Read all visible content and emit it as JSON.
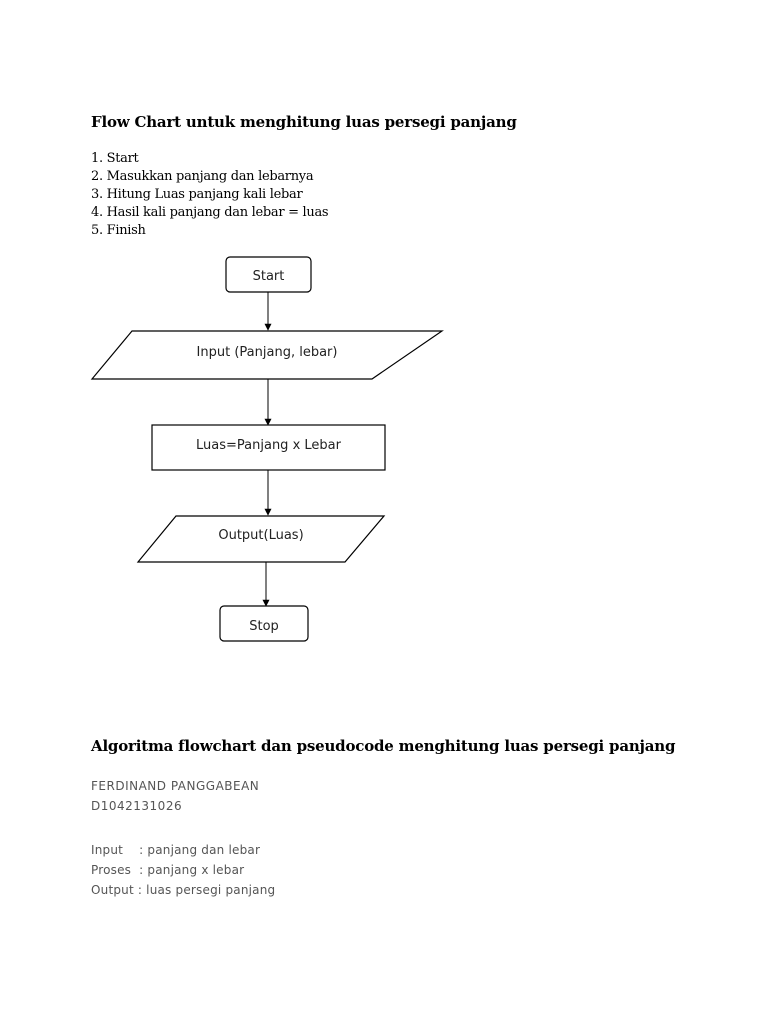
{
  "heading1": "Flow Chart untuk menghitung luas persegi panjang",
  "steps": [
    "1. Start",
    "2. Masukkan panjang dan lebarnya",
    "3. Hitung Luas panjang kali lebar",
    "4. Hasil kali panjang dan lebar = luas",
    "5. Finish"
  ],
  "flowchart": {
    "start": "Start",
    "input": "Input (Panjang, lebar)",
    "process": "Luas=Panjang x Lebar",
    "output": "Output(Luas)",
    "stop": "Stop"
  },
  "heading2": "Algoritma flowchart dan pseudocode menghitung luas persegi panjang",
  "author": "FERDINAND PANGGABEAN",
  "nim": "D1042131026",
  "pseudocode": [
    {
      "label": "Input    ",
      "value": ": panjang dan lebar"
    },
    {
      "label": "Proses  ",
      "value": ": panjang x lebar"
    },
    {
      "label": "Output ",
      "value": ": luas persegi panjang"
    }
  ]
}
